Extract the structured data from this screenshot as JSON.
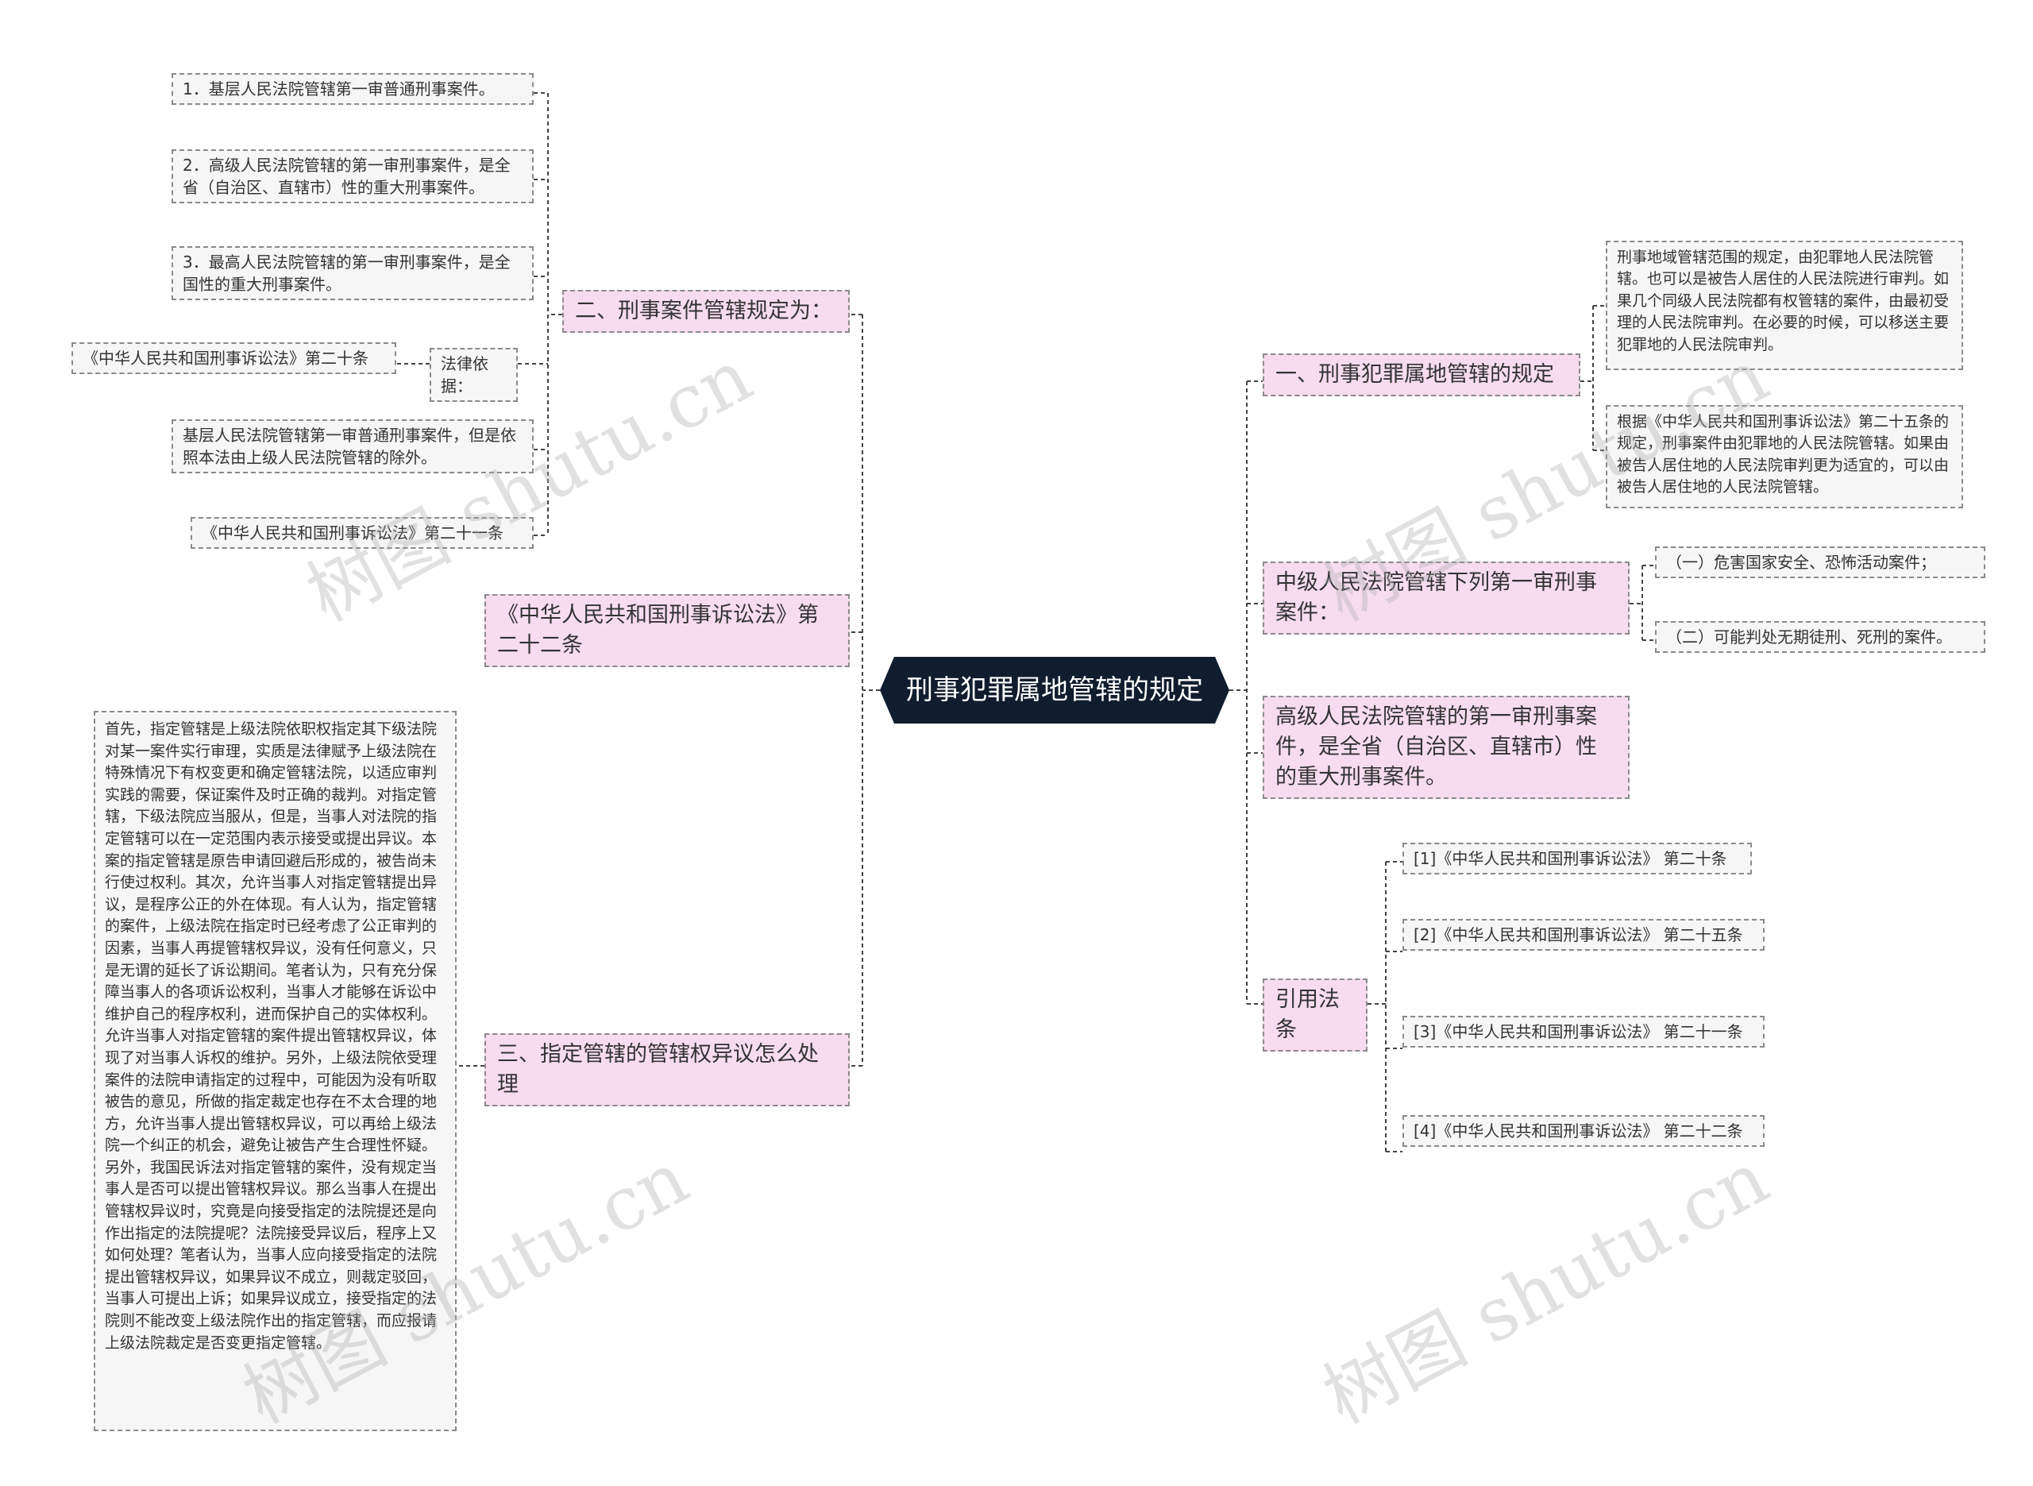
{
  "root": "刑事犯罪属地管辖的规定",
  "left": {
    "jurisdiction": {
      "label": "二、刑事案件管辖规定为：",
      "items": [
        "1．基层人民法院管辖第一审普通刑事案件。",
        "2．高级人民法院管辖的第一审刑事案件，是全省（自治区、直辖市）性的重大刑事案件。",
        "3．最高人民法院管辖的第一审刑事案件，是全国性的重大刑事案件。",
        "法律依据：",
        "基层人民法院管辖第一审普通刑事案件，但是依照本法由上级人民法院管辖的除外。",
        "《中华人民共和国刑事诉讼法》第二十一条"
      ],
      "legal_basis_ref": "《中华人民共和国刑事诉讼法》第二十条"
    },
    "article22": "《中华人民共和国刑事诉讼法》第二十二条",
    "designated": {
      "label": "三、指定管辖的管辖权异议怎么处理",
      "detail": "首先，指定管辖是上级法院依职权指定其下级法院对某一案件实行审理，实质是法律赋予上级法院在特殊情况下有权变更和确定管辖法院，以适应审判实践的需要，保证案件及时正确的裁判。对指定管辖，下级法院应当服从，但是，当事人对法院的指定管辖可以在一定范围内表示接受或提出异议。本案的指定管辖是原告申请回避后形成的，被告尚未行使过权利。其次，允许当事人对指定管辖提出异议，是程序公正的外在体现。有人认为，指定管辖的案件，上级法院在指定时已经考虑了公正审判的因素，当事人再提管辖权异议，没有任何意义，只是无谓的延长了诉讼期间。笔者认为，只有充分保障当事人的各项诉讼权利，当事人才能够在诉讼中维护自己的程序权利，进而保护自己的实体权利。允许当事人对指定管辖的案件提出管辖权异议，体现了对当事人诉权的维护。另外，上级法院依受理案件的法院申请指定的过程中，可能因为没有听取被告的意见，所做的指定裁定也存在不太合理的地方，允许当事人提出管辖权异议，可以再给上级法院一个纠正的机会，避免让被告产生合理性怀疑。另外，我国民诉法对指定管辖的案件，没有规定当事人是否可以提出管辖权异议。那么当事人在提出管辖权异议时，究竟是向接受指定的法院提还是向作出指定的法院提呢？法院接受异议后，程序上又如何处理？笔者认为，当事人应向接受指定的法院提出管辖权异议，如果异议不成立，则裁定驳回，当事人可提出上诉；如果异议成立，接受指定的法院则不能改变上级法院作出的指定管辖，而应报请上级法院裁定是否变更指定管辖。"
    }
  },
  "right": {
    "territorial": {
      "label": "一、刑事犯罪属地管辖的规定",
      "items": [
        "刑事地域管辖范围的规定，由犯罪地人民法院管辖。也可以是被告人居住的人民法院进行审判。如果几个同级人民法院都有权管辖的案件，由最初受理的人民法院审判。在必要的时候，可以移送主要犯罪地的人民法院审判。",
        "根据《中华人民共和国刑事诉讼法》第二十五条的规定，刑事案件由犯罪地的人民法院管辖。如果由被告人居住地的人民法院审判更为适宜的，可以由被告人居住地的人民法院管辖。"
      ]
    },
    "intermediate": {
      "label": "中级人民法院管辖下列第一审刑事案件：",
      "items": [
        "（一）危害国家安全、恐怖活动案件；",
        "（二）可能判处无期徒刑、死刑的案件。"
      ]
    },
    "high_court": "高级人民法院管辖的第一审刑事案件，是全省（自治区、直辖市）性的重大刑事案件。",
    "citations": {
      "label": "引用法条",
      "items": [
        "[1]《中华人民共和国刑事诉讼法》 第二十条",
        "[2]《中华人民共和国刑事诉讼法》 第二十五条",
        "[3]《中华人民共和国刑事诉讼法》 第二十一条",
        "[4]《中华人民共和国刑事诉讼法》 第二十二条"
      ]
    }
  },
  "watermarks": [
    "树图 shutu.cn",
    "树图 shutu.cn",
    "树图 shutu.cn",
    "树图 shutu.cn"
  ],
  "colors": {
    "root_bg": "#0f1d2f",
    "level1_bg": "#f7dcef",
    "leaf_bg": "#f6f6f6",
    "connector": "#333333"
  }
}
